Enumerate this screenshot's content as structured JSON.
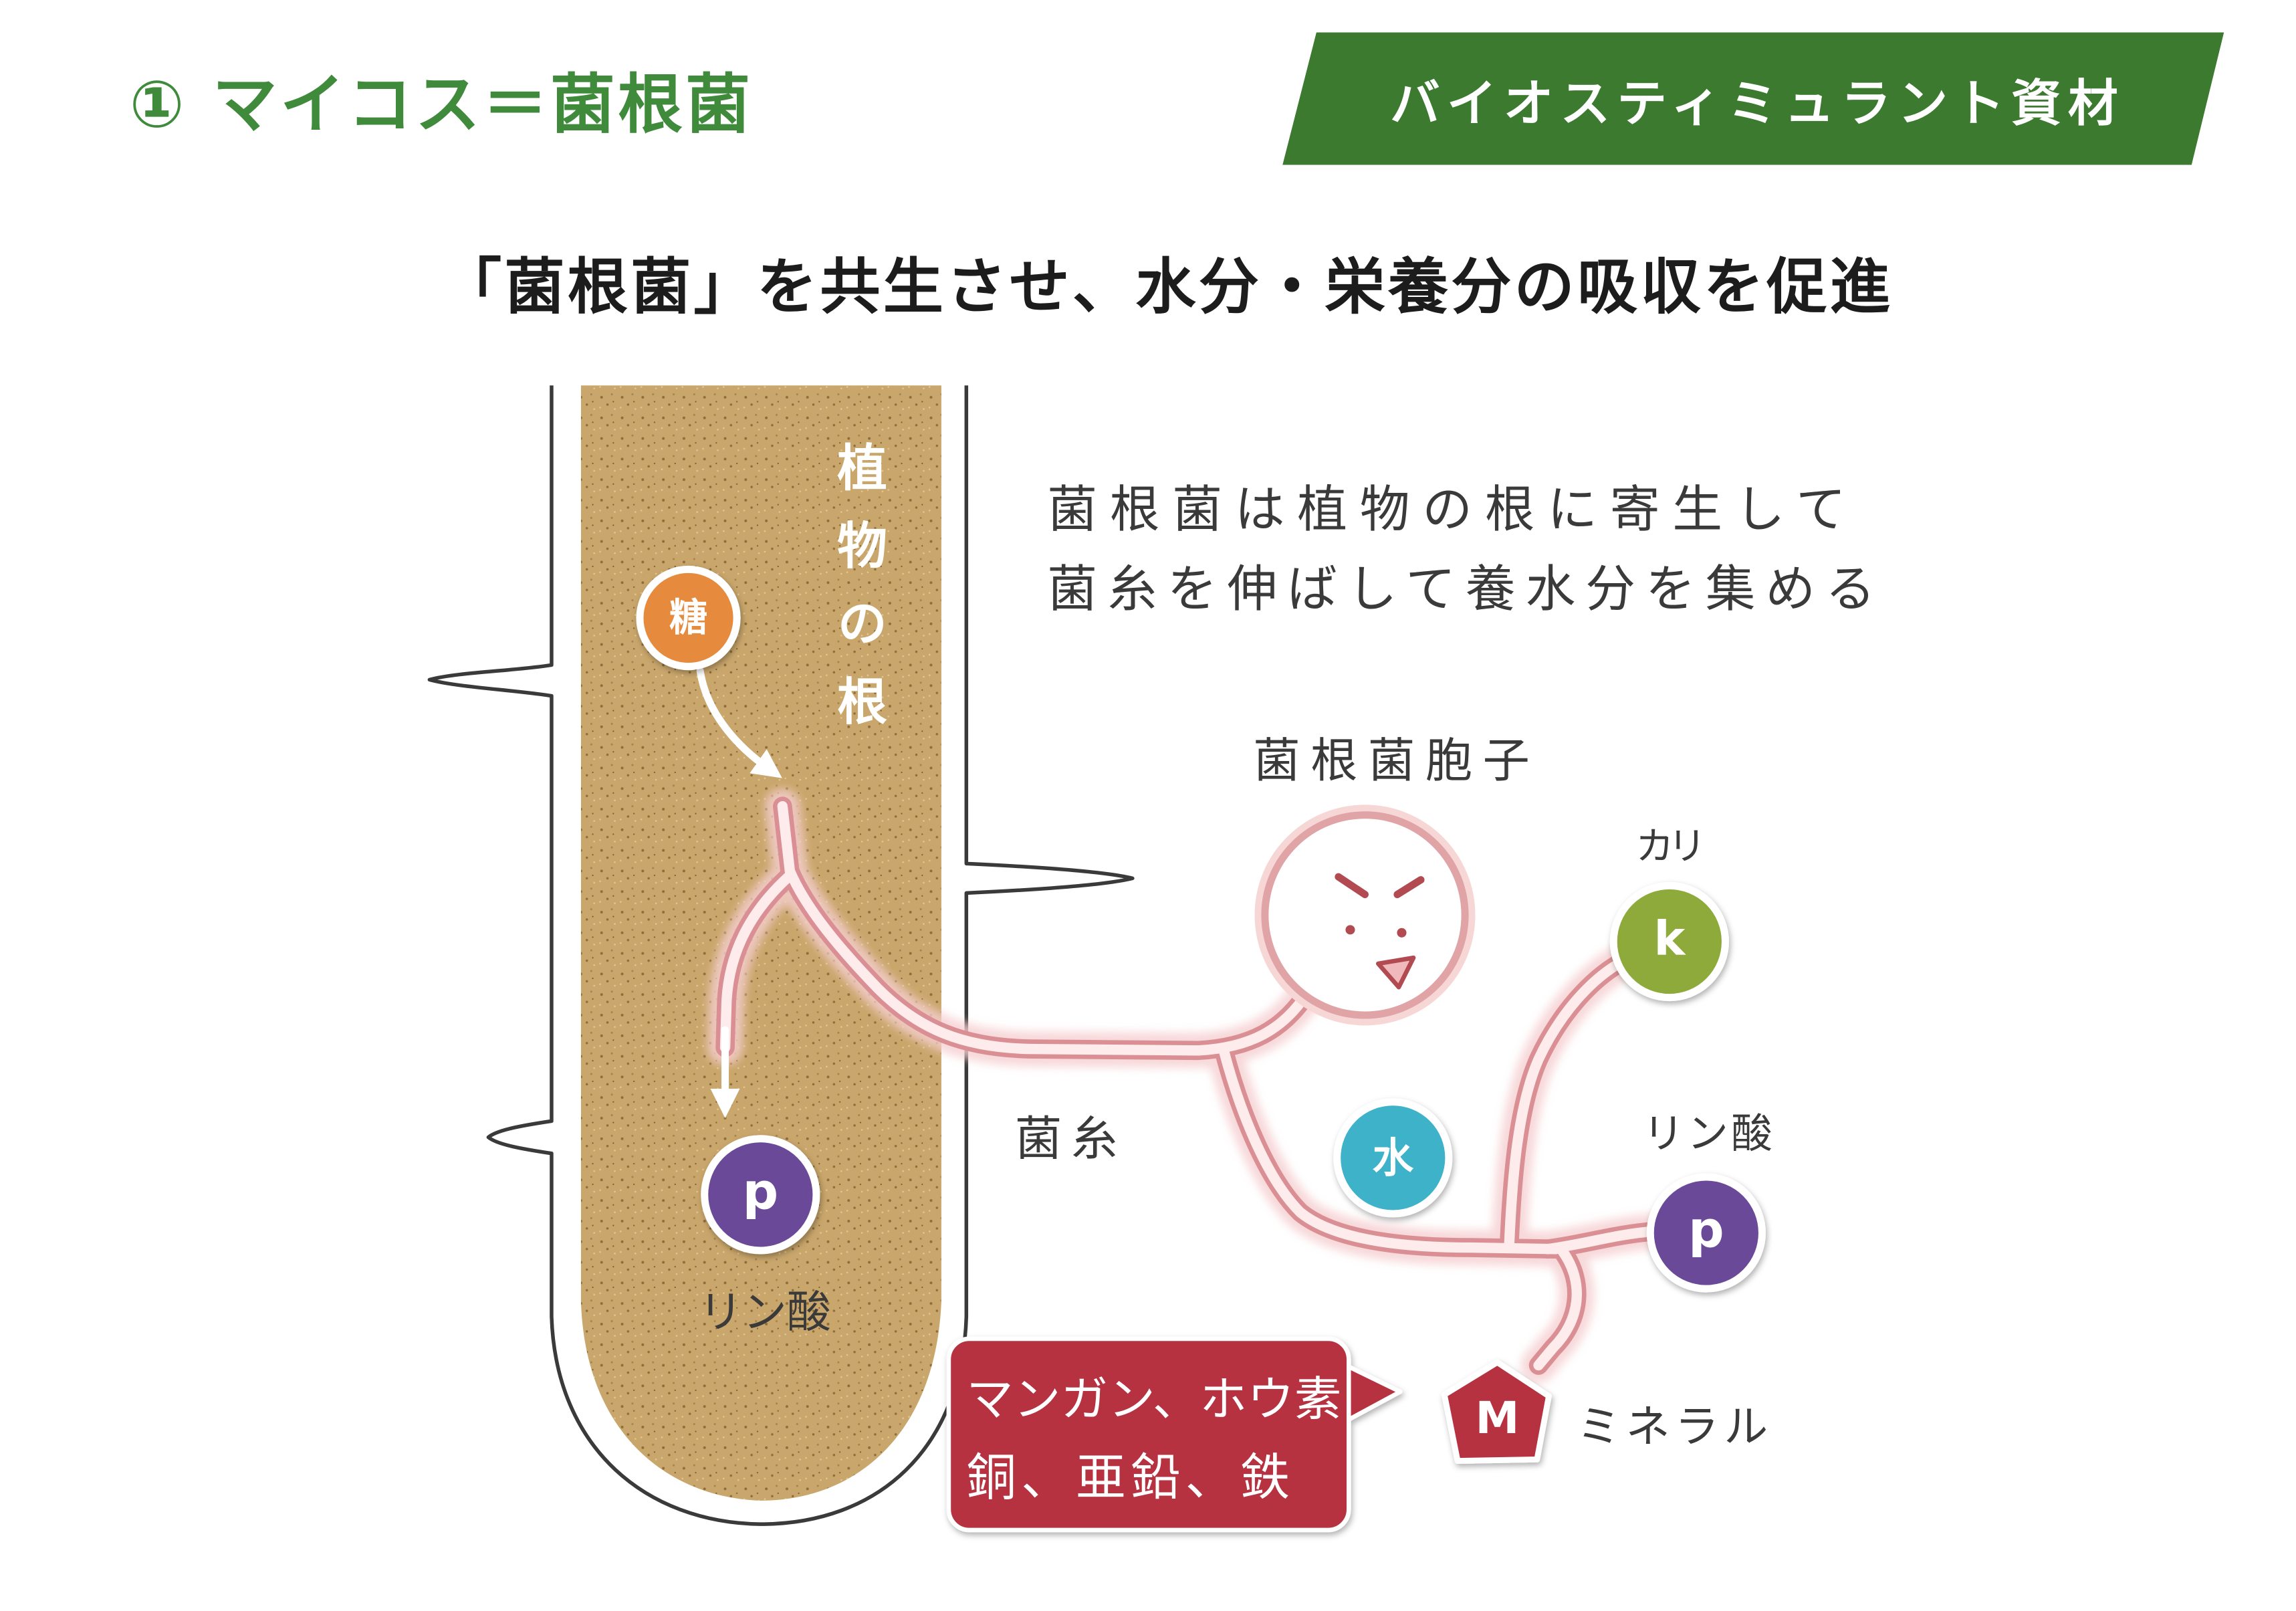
{
  "header": {
    "title": "① マイコス＝菌根菌",
    "banner": "バイオスティミュラント資材"
  },
  "subtitle": "「菌根菌」を共生させ、水分・栄養分の吸収を促進",
  "diagram": {
    "root_label": "植物の根",
    "description": {
      "line1": "菌根菌は植物の根に寄生して",
      "line2": "菌糸を伸ばして養水分を集める"
    },
    "spore_label": "菌根菌胞子",
    "hypha_label": "菌糸",
    "sugar": {
      "glyph": "糖"
    },
    "root_phosphate": {
      "glyph": "p",
      "label": "リン酸"
    },
    "potassium": {
      "glyph": "k",
      "label": "カリ"
    },
    "water": {
      "glyph": "水"
    },
    "phosphate": {
      "glyph": "p",
      "label": "リン酸"
    },
    "mineral": {
      "glyph": "M",
      "label": "ミネラル"
    },
    "mineral_bubble": {
      "line1": "マンガン、ホウ素",
      "line2": "銅、亜鉛、鉄"
    }
  },
  "colors": {
    "title_green": "#3f8a3b",
    "banner_green": "#3b7a2f",
    "root_brown": "#c9a66b",
    "sugar": "#e68a3c",
    "phosphate": "#6a4a98",
    "potassium": "#8eaa3a",
    "water": "#3eb2c9",
    "mineral": "#b7323f",
    "hypha": "#d98f94"
  }
}
